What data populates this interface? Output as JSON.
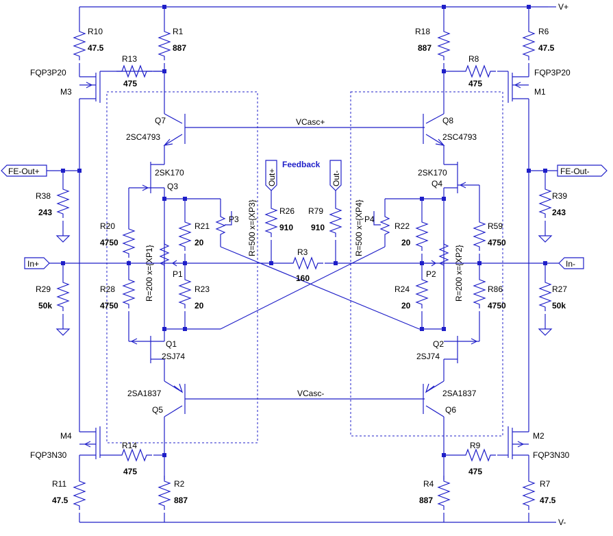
{
  "nets": {
    "vplus": "V+",
    "vminus": "V-",
    "vcasc_plus": "VCasc+",
    "vcasc_minus": "VCasc-",
    "feedback": "Feedback"
  },
  "ports": {
    "fe_out_plus": "FE-Out+",
    "fe_out_minus": "FE-Out-",
    "in_plus": "In+",
    "in_minus": "In-",
    "out_plus": "Out+",
    "out_minus": "Out-"
  },
  "components": {
    "R10": {
      "ref": "R10",
      "value": "47.5"
    },
    "R1": {
      "ref": "R1",
      "value": "887"
    },
    "R13": {
      "ref": "R13",
      "value": "475"
    },
    "M3": {
      "ref": "M3",
      "part": "FQP3P20"
    },
    "Q7": {
      "ref": "Q7",
      "part": "2SC4793"
    },
    "Q3": {
      "ref": "Q3",
      "part": "2SK170"
    },
    "R38": {
      "ref": "R38",
      "value": "243"
    },
    "R20": {
      "ref": "R20",
      "value": "4750"
    },
    "R21": {
      "ref": "R21",
      "value": "20"
    },
    "P3": {
      "ref": "P3",
      "param": "R=500 x={XP3}"
    },
    "P1": {
      "ref": "P1",
      "param": "R=200 x={XP1}"
    },
    "R29": {
      "ref": "R29",
      "value": "50k"
    },
    "R28": {
      "ref": "R28",
      "value": "4750"
    },
    "R23": {
      "ref": "R23",
      "value": "20"
    },
    "Q1": {
      "ref": "Q1",
      "part": "2SJ74"
    },
    "Q5": {
      "ref": "Q5",
      "part": "2SA1837"
    },
    "M4": {
      "ref": "M4",
      "part": "FQP3N30"
    },
    "R14": {
      "ref": "R14",
      "value": "475"
    },
    "R11": {
      "ref": "R11",
      "value": "47.5"
    },
    "R2": {
      "ref": "R2",
      "value": "887"
    },
    "R26": {
      "ref": "R26",
      "value": "910"
    },
    "R79": {
      "ref": "R79",
      "value": "910"
    },
    "R3": {
      "ref": "R3",
      "value": "160"
    },
    "R18": {
      "ref": "R18",
      "value": "887"
    },
    "R6": {
      "ref": "R6",
      "value": "47.5"
    },
    "R8": {
      "ref": "R8",
      "value": "475"
    },
    "M1": {
      "ref": "M1",
      "part": "FQP3P20"
    },
    "Q8": {
      "ref": "Q8",
      "part": "2SC4793"
    },
    "Q4": {
      "ref": "Q4",
      "part": "2SK170"
    },
    "R39": {
      "ref": "R39",
      "value": "243"
    },
    "P4": {
      "ref": "P4",
      "param": "R=500 x={XP4}"
    },
    "R22": {
      "ref": "R22",
      "value": "20"
    },
    "R59": {
      "ref": "R59",
      "value": "4750"
    },
    "P2": {
      "ref": "P2",
      "param": "R=200 x={XP2}"
    },
    "R24": {
      "ref": "R24",
      "value": "20"
    },
    "R86": {
      "ref": "R86",
      "value": "4750"
    },
    "R27": {
      "ref": "R27",
      "value": "50k"
    },
    "Q2": {
      "ref": "Q2",
      "part": "2SJ74"
    },
    "Q6": {
      "ref": "Q6",
      "part": "2SA1837"
    },
    "M2": {
      "ref": "M2",
      "part": "FQP3N30"
    },
    "R9": {
      "ref": "R9",
      "value": "475"
    },
    "R4": {
      "ref": "R4",
      "value": "887"
    },
    "R7": {
      "ref": "R7",
      "value": "47.5"
    }
  },
  "colors": {
    "wire": "#1f1fc8",
    "text": "#000000",
    "background": "#ffffff"
  }
}
